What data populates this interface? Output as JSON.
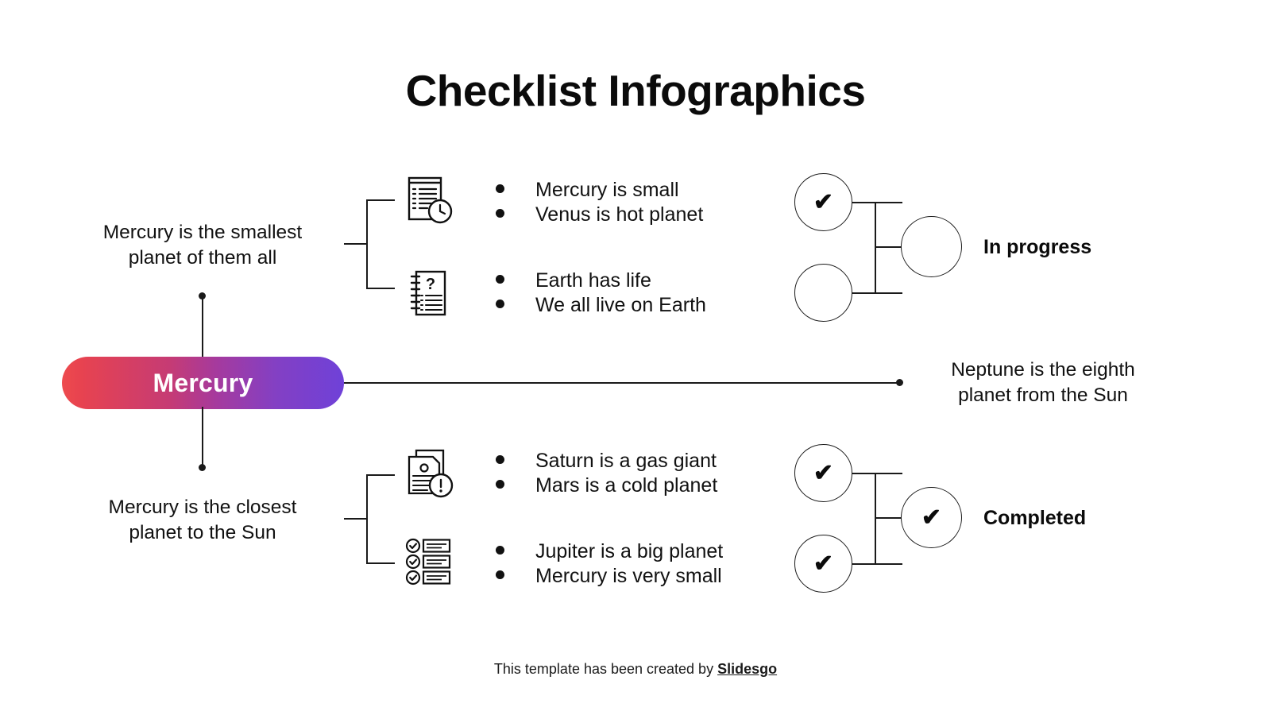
{
  "title": "Checklist Infographics",
  "center_node": {
    "label": "Mercury"
  },
  "left_descriptions": [
    {
      "id": "top",
      "line1": "Mercury is the smallest",
      "line2": "planet of them all"
    },
    {
      "id": "bottom",
      "line1": "Mercury is the closest",
      "line2": "planet to the Sun"
    }
  ],
  "right_description": {
    "line1": "Neptune is the eighth",
    "line2": "planet from the Sun"
  },
  "branches": [
    {
      "id": "in-progress",
      "status_label": "In progress",
      "groups": [
        {
          "icon": "document-clock-icon",
          "items": [
            "Mercury is small",
            "Venus is hot planet"
          ]
        },
        {
          "icon": "notebook-question-icon",
          "items": [
            "Earth has life",
            "We all live on Earth"
          ]
        }
      ],
      "circles": [
        {
          "name": "top-circle",
          "checked": true
        },
        {
          "name": "bottom-circle",
          "checked": false
        },
        {
          "name": "merge-circle",
          "checked": false
        }
      ]
    },
    {
      "id": "completed",
      "status_label": "Completed",
      "groups": [
        {
          "icon": "document-alert-icon",
          "items": [
            "Saturn is a gas giant",
            "Mars is a cold planet"
          ]
        },
        {
          "icon": "checklist-icon",
          "items": [
            "Jupiter is a big planet",
            "Mercury is very small"
          ]
        }
      ],
      "circles": [
        {
          "name": "top-circle",
          "checked": true
        },
        {
          "name": "bottom-circle",
          "checked": true
        },
        {
          "name": "merge-circle",
          "checked": true
        }
      ]
    }
  ],
  "check_glyph": "✔",
  "footer": {
    "text": "This template has been created by ",
    "brand": "Slidesgo"
  },
  "colors": {
    "gradient_start": "#ee4b4e",
    "gradient_mid": "#a53a9e",
    "gradient_end": "#6f41d8",
    "text": "#111111",
    "line": "#1a1a1a",
    "background": "#ffffff"
  }
}
